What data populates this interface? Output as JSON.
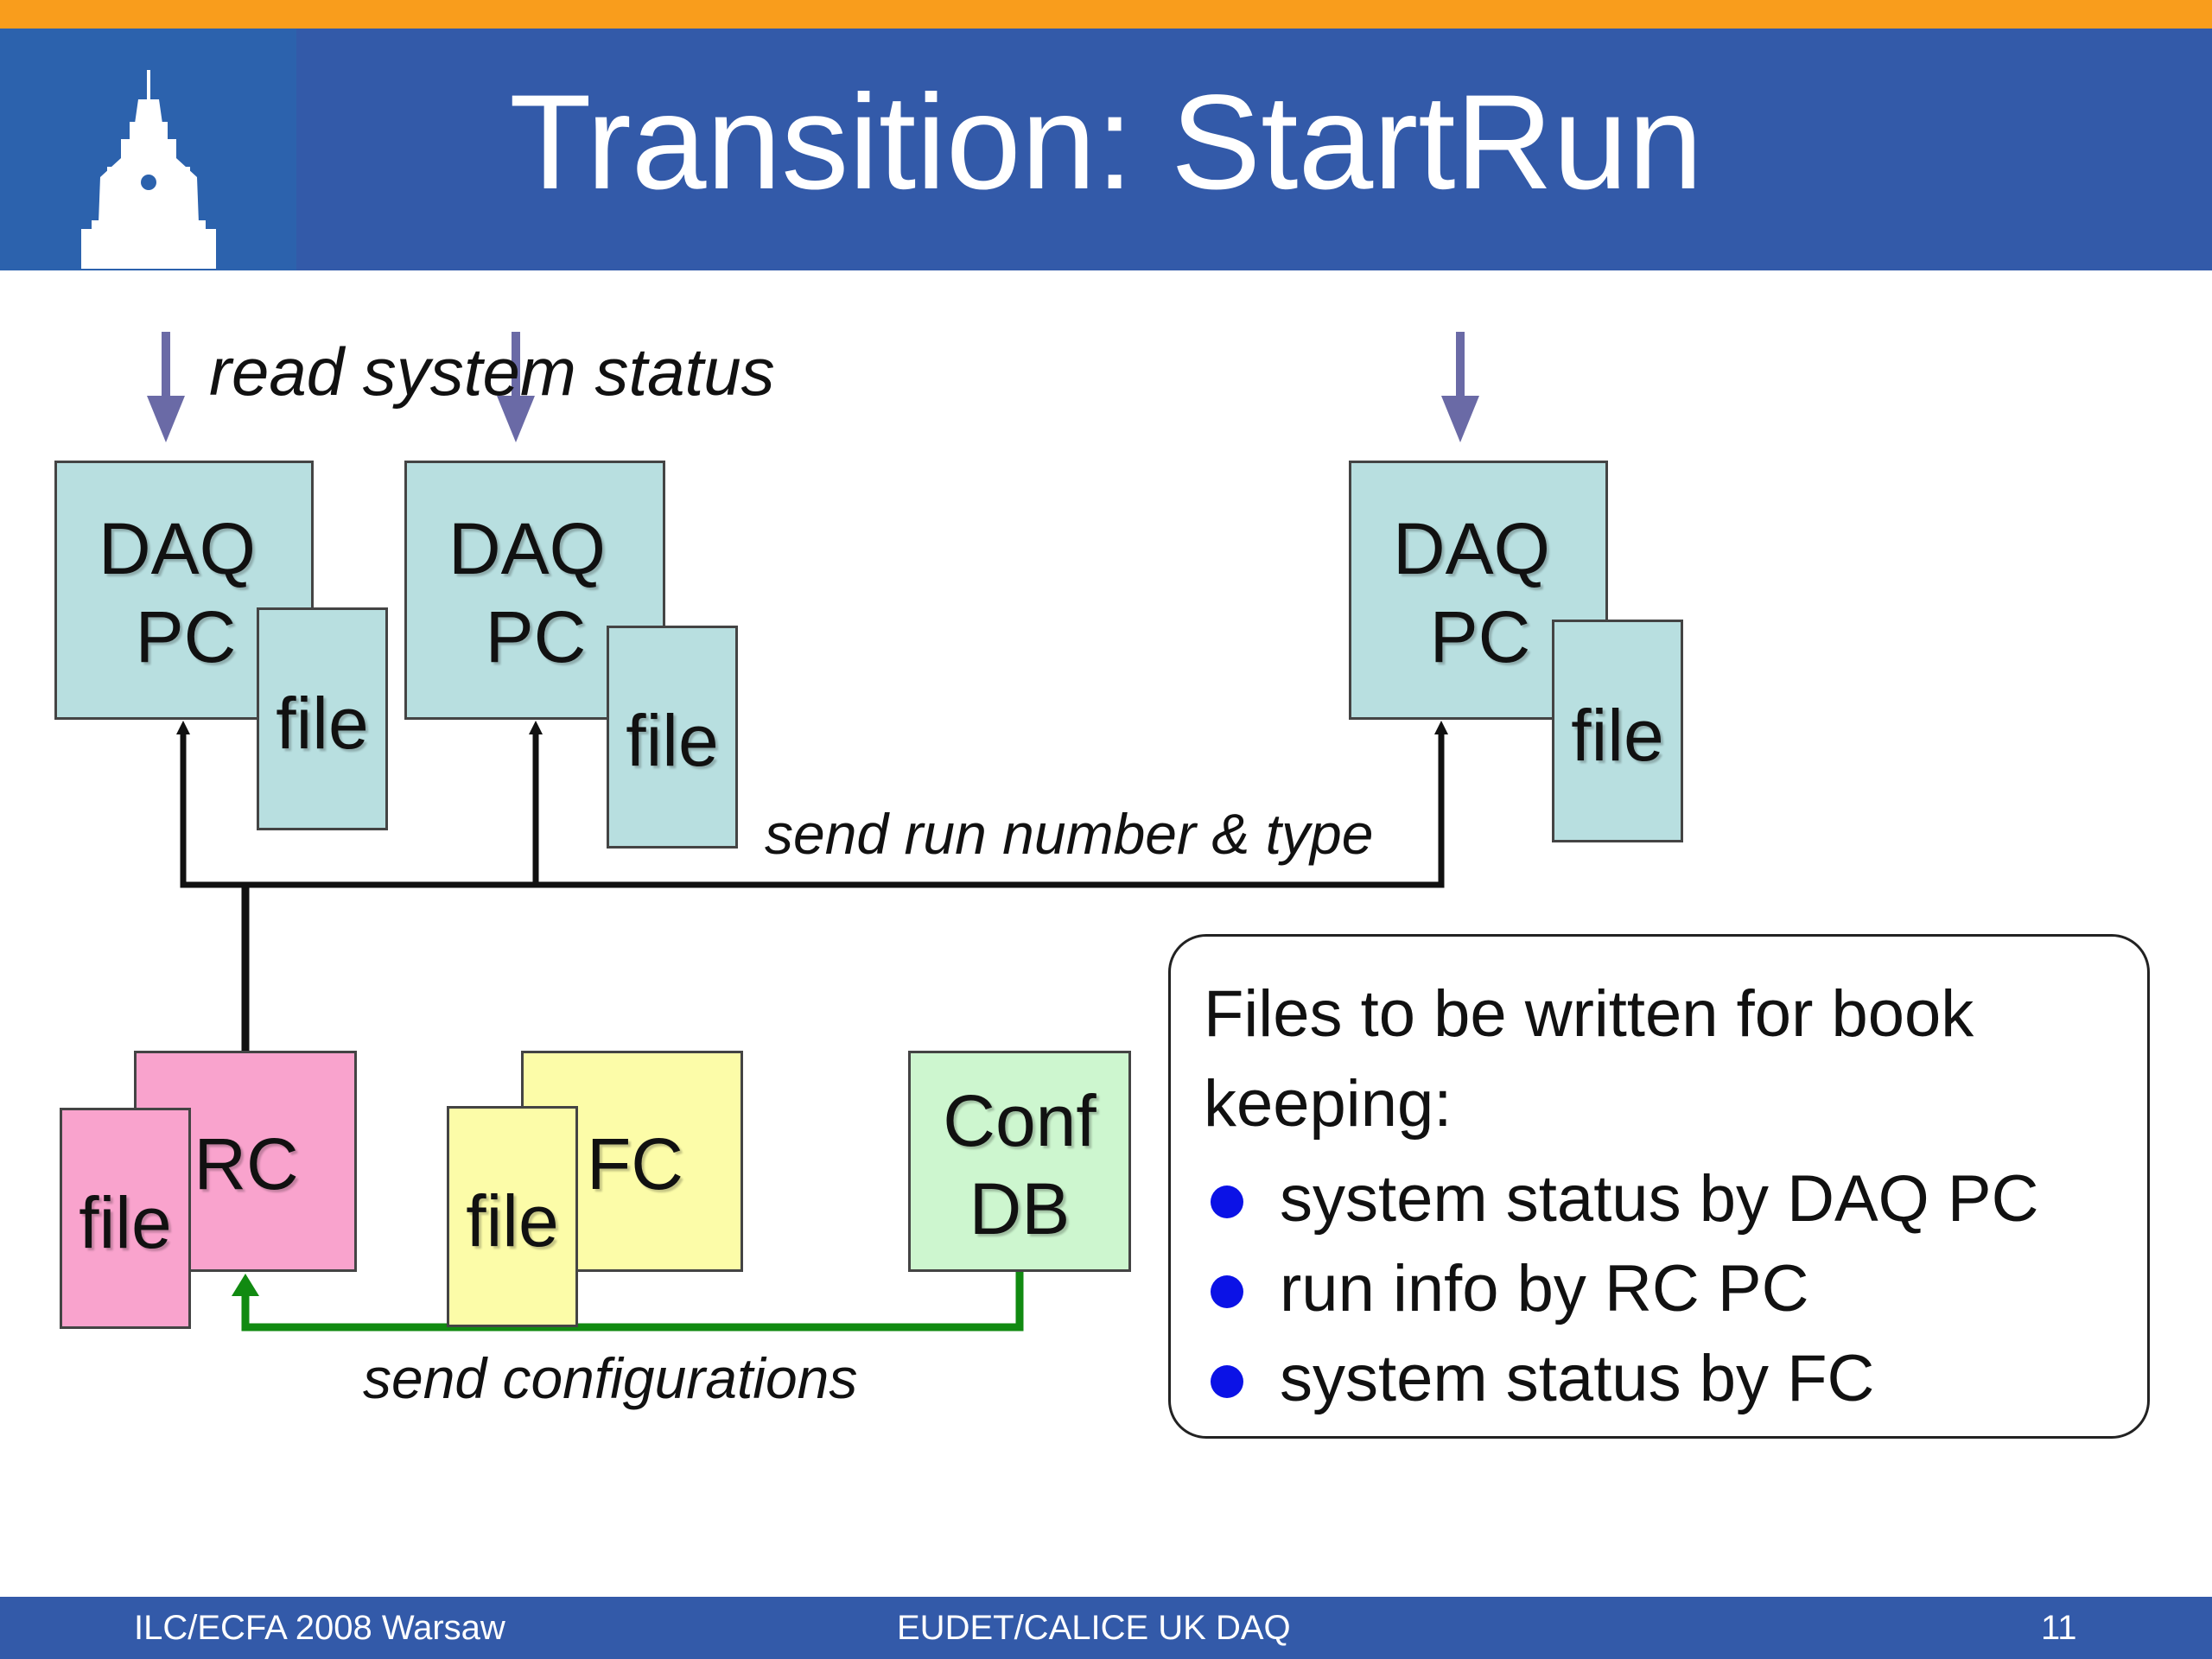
{
  "slide": {
    "title": "Transition: StartRun"
  },
  "diagram": {
    "daq_pc_label_line1": "DAQ",
    "daq_pc_label_line2": "PC",
    "file_label": "file",
    "rc_label": "RC",
    "fc_label": "FC",
    "confdb_line1": "Conf",
    "confdb_line2": "DB",
    "read_status_label": "read system status",
    "send_run_label": "send run number & type",
    "send_config_label": "send configurations"
  },
  "note": {
    "heading": "Files to be written for book keeping:",
    "items": [
      "system status by DAQ PC",
      "run info by RC PC",
      "system status by FC"
    ]
  },
  "footer": {
    "left": "ILC/ECFA 2008 Warsaw",
    "center": "EUDET/CALICE UK DAQ",
    "right": "11"
  },
  "colors": {
    "orange_bar": "#f99d1c",
    "header_blue": "#335aa9",
    "daq_box": "#b8dfe0",
    "rc_box": "#f9a3cd",
    "fc_box": "#fcfca8",
    "confdb_box": "#cdf6cf",
    "status_arrow": "#6a6aa6",
    "config_line": "#118a11",
    "bullet": "#0b12e6"
  }
}
